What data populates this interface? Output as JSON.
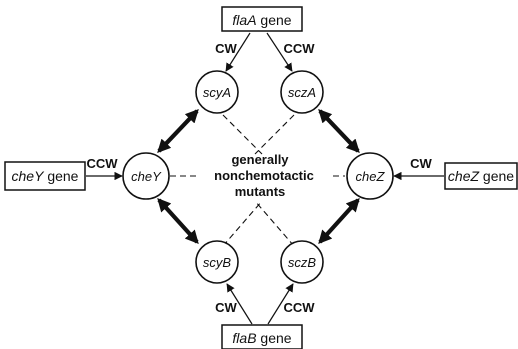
{
  "genes": {
    "flaA": {
      "italic": "flaA",
      "suffix": " gene"
    },
    "flaB": {
      "italic": "flaB",
      "suffix": " gene"
    },
    "cheY": {
      "italic": "cheY",
      "suffix": " gene"
    },
    "cheZ": {
      "italic": "cheZ",
      "suffix": " gene"
    }
  },
  "nodes": {
    "scyA": "scyA",
    "sczA": "sczA",
    "cheY": "cheY",
    "cheZ": "cheZ",
    "scyB": "scyB",
    "sczB": "sczB"
  },
  "rotation_labels": {
    "flaA_left": "CW",
    "flaA_right": "CCW",
    "flaB_left": "CW",
    "flaB_right": "CCW",
    "cheY": "CCW",
    "cheZ": "CW"
  },
  "center_text": {
    "line1": "generally",
    "line2": "nonchemotactic",
    "line3": "mutants"
  }
}
